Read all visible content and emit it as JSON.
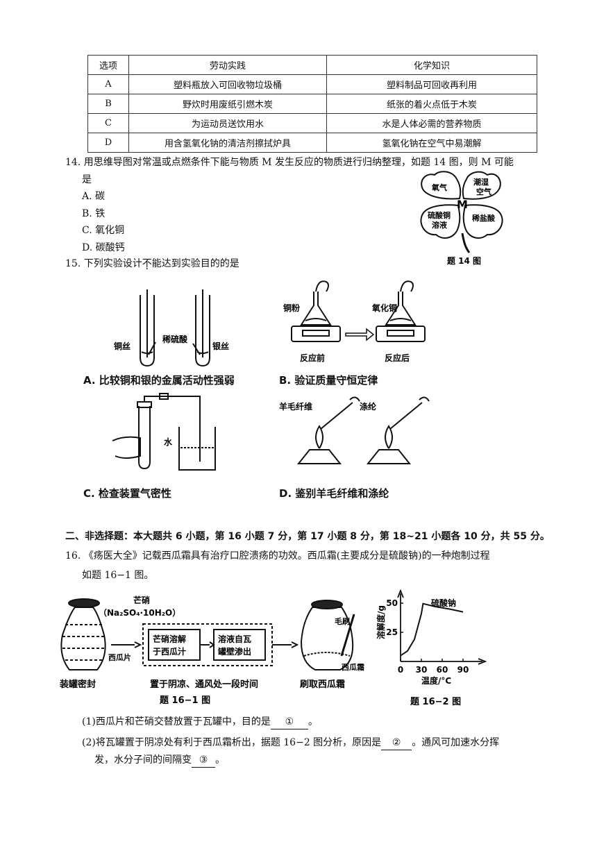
{
  "table": {
    "headers": [
      "选项",
      "劳动实践",
      "化学知识"
    ],
    "rows": [
      [
        "A",
        "塑料瓶放入可回收物垃圾桶",
        "塑料制品可回收再利用"
      ],
      [
        "B",
        "野炊时用废纸引燃木炭",
        "纸张的着火点低于木炭"
      ],
      [
        "C",
        "为运动员送饮用水",
        "水是人体必需的营养物质"
      ],
      [
        "D",
        "用含氢氧化钠的清洁剂擦拭炉具",
        "氢氧化钠在空气中易潮解"
      ]
    ]
  },
  "q14": {
    "stem_line1": "14. 用思维导图对常温或点燃条件下能与物质 M 发生反应的物质进行归纳整理，如题 14 图，则 M 可能",
    "stem_line2": "是",
    "options": [
      "A.  碳",
      "B.  铁",
      "C. 氧化铜",
      "D. 碳酸钙"
    ],
    "figure": {
      "leaf_tl": "氧气",
      "leaf_tr_1": "潮湿",
      "leaf_tr_2": "空气",
      "leaf_bl_1": "硫酸铜",
      "leaf_bl_2": "溶液",
      "leaf_br": "稀盐酸",
      "center": "M",
      "caption": "题 14 图"
    }
  },
  "q15": {
    "stem_pre": "15. 下列实验设计",
    "stem_emph": "不",
    "stem_post": "能达到实验目的的是",
    "a": {
      "label_left": "铜丝",
      "label_mid": "稀硫酸",
      "label_right": "银丝",
      "caption": "A. 比较铜和银的金属活动性强弱"
    },
    "b": {
      "label_left": "铜粉",
      "label_right": "氧化铜",
      "before": "反应前",
      "after": "反应后",
      "caption": "B. 验证质量守恒定律"
    },
    "c": {
      "label_water": "水",
      "caption": "C. 检查装置气密性"
    },
    "d": {
      "label_left": "羊毛纤维",
      "label_right": "涤纶",
      "caption": "D. 鉴别羊毛纤维和涤纶"
    }
  },
  "section2": "二、非选择题：本大题共 6 小题，第 16 小题 7 分，第 17 小题 8 分，第 18~21 小题各 10 分，共 55 分。",
  "q16": {
    "stem_line1": "16.    《疡医大全》记载西瓜霜具有治疗口腔溃疡的功效。西瓜霜(主要成分是硫酸钠)的一种炮制过程",
    "stem_line2": "如题 16−1 图。",
    "fig1": {
      "mangxiao": "芒硝",
      "formula": "（Na₂SO₄·10H₂O）",
      "xiguapian": "西瓜片",
      "box1_l1": "芒硝溶解",
      "box1_l2": "于西瓜汁",
      "box2_l1": "溶液自瓦",
      "box2_l2": "罐壁渗出",
      "maoshua": "毛刷",
      "xiguashuang": "西瓜霜",
      "step1": "装罐密封",
      "step2": "置于阴凉、通风处一段时间",
      "step3": "刷取西瓜霜",
      "caption": "题 16−1 图"
    },
    "fig2": {
      "ylabel": "溶解度/g",
      "xlabel": "温度/°C",
      "series_label": "硫酸钠",
      "caption": "题 16−2 图"
    },
    "sub1_pre": "(1)西瓜片和芒硝交替放置于瓦罐中，目的是",
    "sub1_blank": "①",
    "sub1_post": "。",
    "sub2_pre": "(2)将瓦罐置于阴凉处有利于西瓜霜析出，据题 16−2 图分析，原因是",
    "sub2_blank": "②",
    "sub2_post": "。通风可加速水分挥",
    "sub2_line2_pre": "发，水分子间的间隔变",
    "sub2_line2_blank": "③",
    "sub2_line2_post": "。"
  },
  "chart_data": {
    "type": "line",
    "title": "",
    "xlabel": "温度/°C",
    "ylabel": "溶解度/g",
    "x_ticks": [
      0,
      30,
      60,
      90
    ],
    "y_ticks": [
      25,
      50
    ],
    "series": [
      {
        "name": "硫酸钠",
        "x": [
          0,
          10,
          20,
          30,
          32.4,
          50,
          70,
          90
        ],
        "y": [
          5,
          9,
          19,
          41,
          49.6,
          47,
          45,
          42.5
        ]
      }
    ]
  }
}
